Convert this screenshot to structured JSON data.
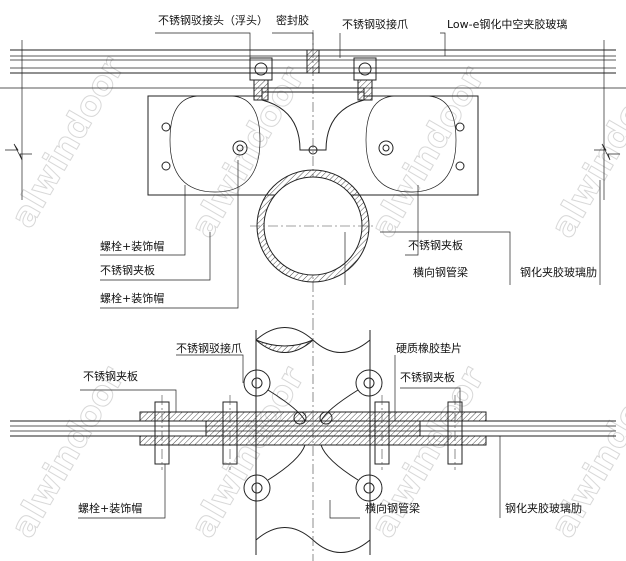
{
  "watermark": "alwindoor",
  "top_view": {
    "labels": {
      "floating_head": "不锈钢驳接头（浮头）",
      "sealant": "密封胶",
      "spider_claw": "不锈钢驳接爪",
      "lowe_glass": "Low-e钢化中空夹胶玻璃",
      "bolt_cap_1": "螺栓+装饰帽",
      "clamp_plate_left": "不锈钢夹板",
      "bolt_cap_2": "螺栓+装饰帽",
      "clamp_plate_right": "不锈钢夹板",
      "steel_tube_beam": "横向钢管梁",
      "glass_fin": "钢化夹胶玻璃肋"
    }
  },
  "section_view": {
    "labels": {
      "spider_claw": "不锈钢驳接爪",
      "rubber_pad": "硬质橡胶垫片",
      "clamp_plate_left": "不锈钢夹板",
      "clamp_plate_right": "不锈钢夹板",
      "bolt_cap": "螺栓+装饰帽",
      "steel_tube_beam": "横向钢管梁",
      "glass_fin": "钢化夹胶玻璃肋"
    }
  }
}
